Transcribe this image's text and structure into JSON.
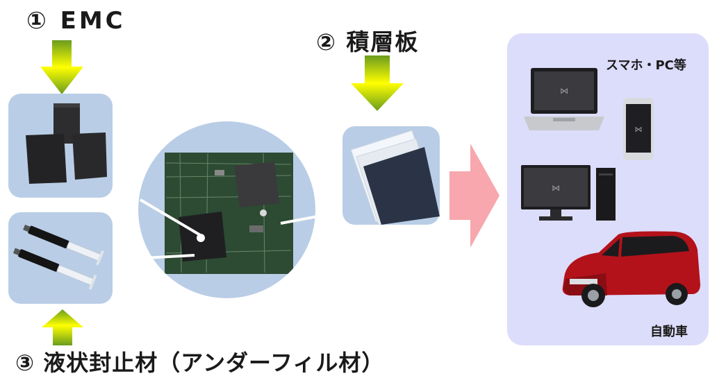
{
  "labels": {
    "emc": "① EMC",
    "laminate": "② 積層板",
    "underfill": "③ 液状封止材（アンダーフィル材）",
    "devices": "スマホ・PC等",
    "automobile": "自動車"
  },
  "colors": {
    "arrow_top": "#ffff00",
    "arrow_bottom": "#6a9c1e",
    "tile_bg": "#b9cde6",
    "products_bg": "#dcdcfb",
    "big_arrow": "#f7a7ad"
  }
}
